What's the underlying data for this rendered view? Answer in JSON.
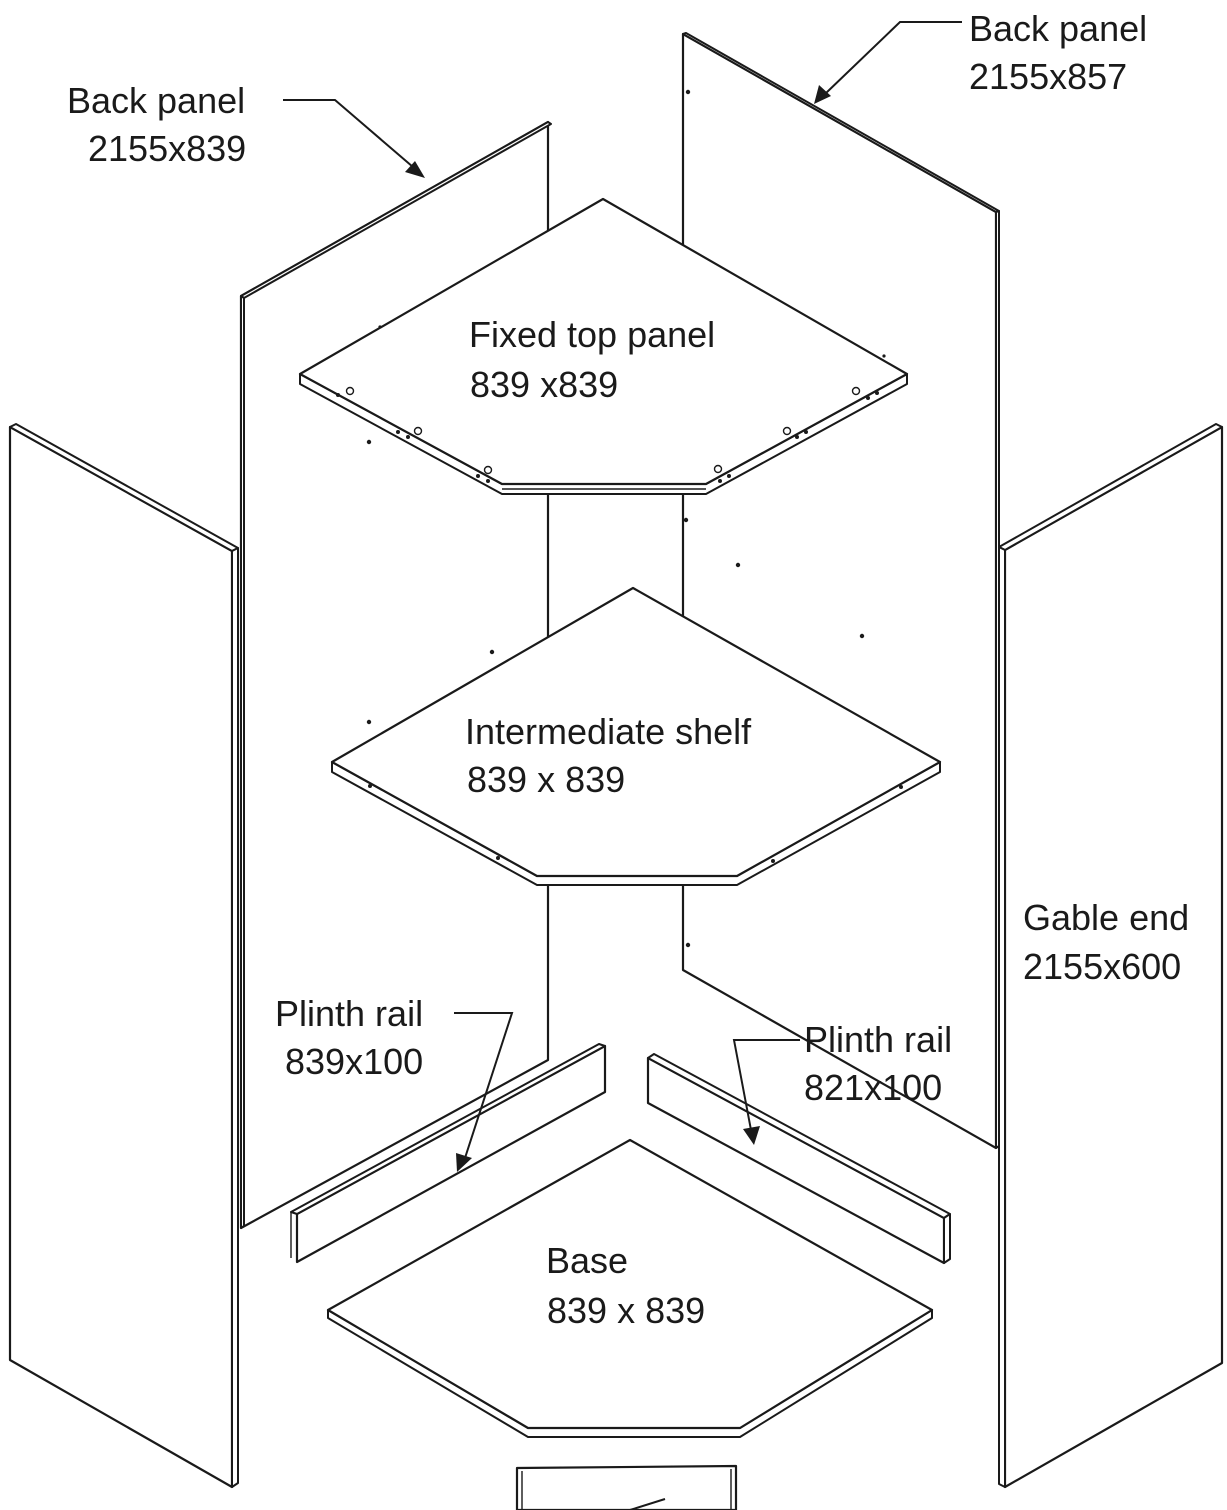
{
  "labels": {
    "back_panel_left": {
      "name": "Back panel",
      "size": "2155x839"
    },
    "back_panel_right": {
      "name": "Back panel",
      "size": "2155x857"
    },
    "fixed_top_panel": {
      "name": "Fixed top panel",
      "size": "839 x839"
    },
    "intermediate_shelf": {
      "name": "Intermediate shelf",
      "size": "839 x 839"
    },
    "gable_end": {
      "name": "Gable end",
      "size": "2155x600"
    },
    "plinth_rail_left": {
      "name": "Plinth rail",
      "size": "839x100"
    },
    "plinth_rail_right": {
      "name": "Plinth rail",
      "size": "821x100"
    },
    "base": {
      "name": "Base",
      "size": "839 x 839"
    }
  },
  "colors": {
    "line": "#1a1a1a",
    "background": "#ffffff"
  }
}
